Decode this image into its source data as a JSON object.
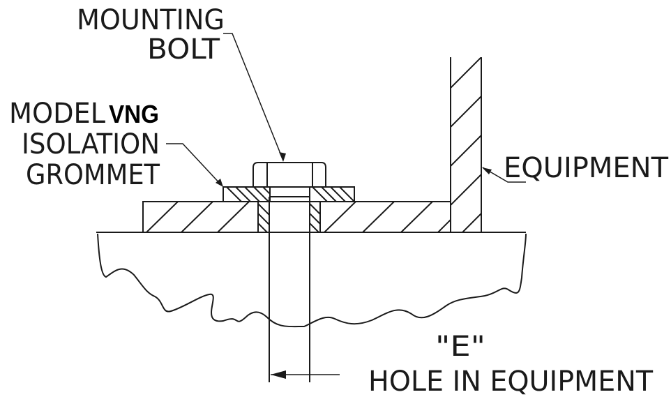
{
  "diagram": {
    "colors": {
      "ink": "#1a1a1a",
      "background": "#ffffff"
    },
    "labels": {
      "mounting_bolt_line1": "MOUNTING",
      "mounting_bolt_line2": "BOLT",
      "model_prefix": "MODEL",
      "model_name": "VNG",
      "grommet_line2": "ISOLATION",
      "grommet_line3": "GROMMET",
      "equipment": "EQUIPMENT",
      "dimension_symbol": "\"E\"",
      "dimension_label": "HOLE IN EQUIPMENT"
    }
  }
}
